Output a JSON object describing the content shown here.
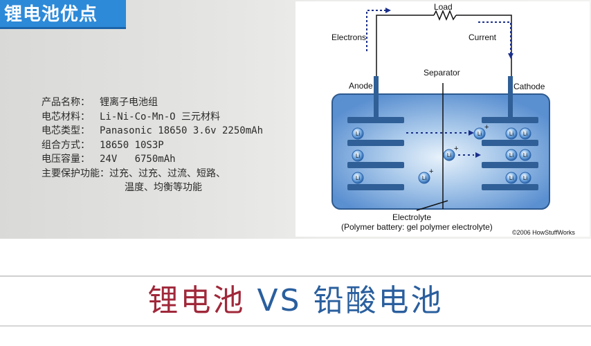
{
  "title": "锂电池优点",
  "specs": [
    {
      "label": "产品名称：",
      "value": "锂离子电池组"
    },
    {
      "label": "电芯材料：",
      "value": "Li-Ni-Co-Mn-O 三元材料"
    },
    {
      "label": "电芯类型：",
      "value": "Panasonic 18650 3.6v 2250mAh"
    },
    {
      "label": "组合方式：",
      "value": "18650 10S3P"
    },
    {
      "label": "电压容量：",
      "value": "24V   6750mAh"
    },
    {
      "label": "主要保护功能：",
      "value": "过充、过充、过流、短路、"
    }
  ],
  "spec_continuation": "温度、均衡等功能",
  "diagram": {
    "load": "Load",
    "electrons": "Electrons",
    "current": "Current",
    "separator": "Separator",
    "anode": "Anode",
    "cathode": "Cathode",
    "electrolyte": "Electrolyte",
    "electrolyte_note": "(Polymer battery: gel polymer electrolyte)",
    "copyright": "©2006 HowStuffWorks",
    "ion": "Li",
    "plus": "+"
  },
  "heading": {
    "part1": "锂电池",
    "vs": " VS ",
    "part2": "铅酸电池"
  },
  "colors": {
    "badge": "#2d8ad8",
    "heading_red": "#a0283a",
    "heading_blue": "#2a5f9e",
    "cell": "#5a8fd0",
    "electrode": "#2f5f96"
  }
}
